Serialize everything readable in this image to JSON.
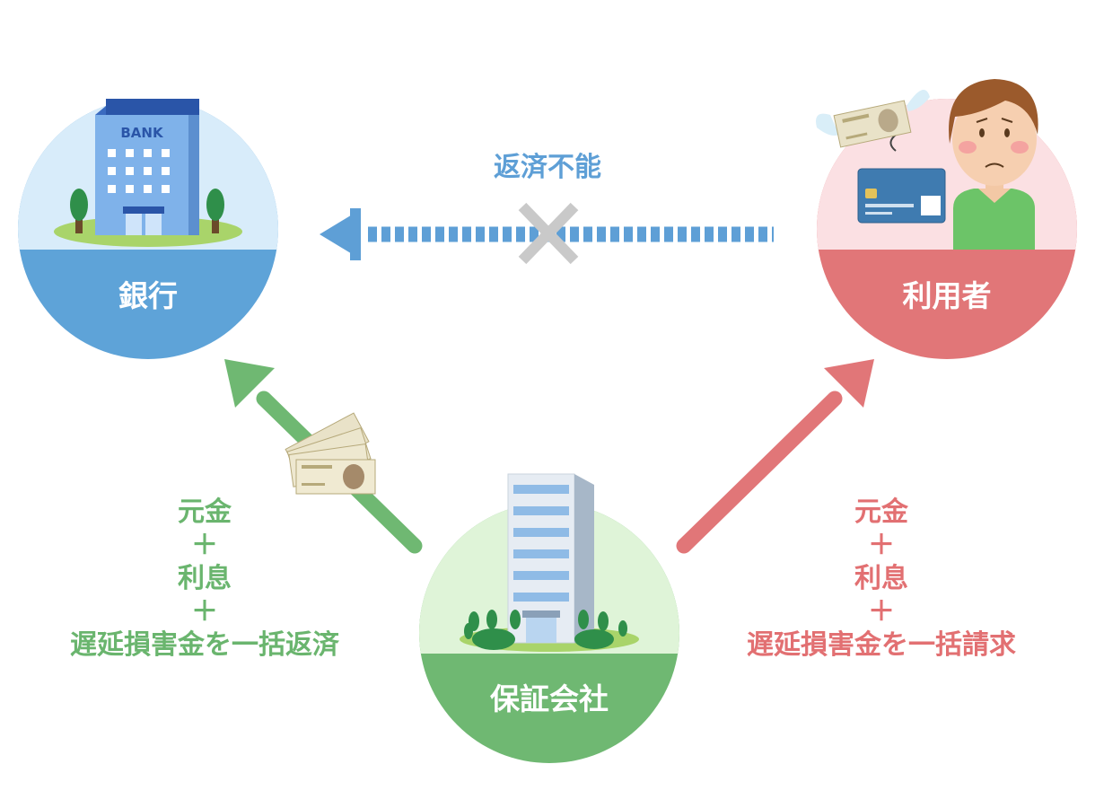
{
  "nodes": {
    "bank": {
      "label": "銀行",
      "building_sign": "BANK",
      "color": "#5ea3d8",
      "icon": "bank-building-icon"
    },
    "user": {
      "label": "利用者",
      "color": "#e17678",
      "icon": "worried-person-icon"
    },
    "guarantor": {
      "label": "保証会社",
      "color": "#6fb872",
      "icon": "office-building-icon"
    }
  },
  "edges": {
    "user_to_bank": {
      "label": "返済不能",
      "status": "blocked",
      "color": "#5e9fd6"
    },
    "guarantor_to_bank": {
      "lines": [
        "元金",
        "＋",
        "利息",
        "＋",
        "遅延損害金を一括返済"
      ],
      "color": "#6ab56e"
    },
    "guarantor_to_user": {
      "lines": [
        "元金",
        "＋",
        "利息",
        "＋",
        "遅延損害金を一括請求"
      ],
      "color": "#e27072"
    }
  }
}
